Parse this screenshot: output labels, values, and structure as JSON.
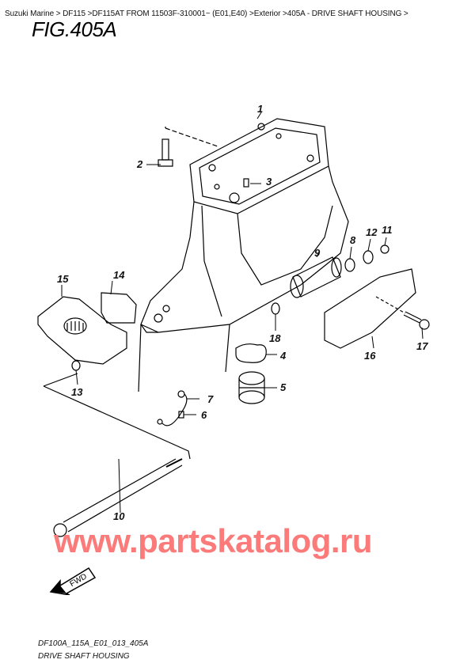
{
  "breadcrumb": {
    "text": "Suzuki Marine > DF115 >DF115AT FROM 11503F-310001~ (E01,E40) >Exterior >405A - DRIVE SHAFT HOUSING >"
  },
  "figure": {
    "title": "FIG.405A",
    "code": "DF100A_115A_E01_013_405A",
    "name": "DRIVE SHAFT HOUSING"
  },
  "callouts": [
    {
      "num": "1",
      "part": "drive-shaft-housing"
    },
    {
      "num": "2",
      "part": "bolt"
    },
    {
      "num": "3",
      "part": "pin"
    },
    {
      "num": "4",
      "part": "seal"
    },
    {
      "num": "5",
      "part": "bushing"
    },
    {
      "num": "6",
      "part": "bolt"
    },
    {
      "num": "7",
      "part": "ground-wire"
    },
    {
      "num": "8",
      "part": "washer"
    },
    {
      "num": "9",
      "part": "mount"
    },
    {
      "num": "10",
      "part": "long-bolt"
    },
    {
      "num": "11",
      "part": "nut"
    },
    {
      "num": "12",
      "part": "washer"
    },
    {
      "num": "13",
      "part": "washer"
    },
    {
      "num": "14",
      "part": "rubber-block"
    },
    {
      "num": "15",
      "part": "bracket"
    },
    {
      "num": "16",
      "part": "cover"
    },
    {
      "num": "17",
      "part": "bolt"
    },
    {
      "num": "18",
      "part": "washer"
    }
  ],
  "watermark": "www.partskatalog.ru",
  "fwd_label": "FWD",
  "colors": {
    "watermark": "#fb7a7a",
    "line": "#000000",
    "background": "#ffffff"
  }
}
